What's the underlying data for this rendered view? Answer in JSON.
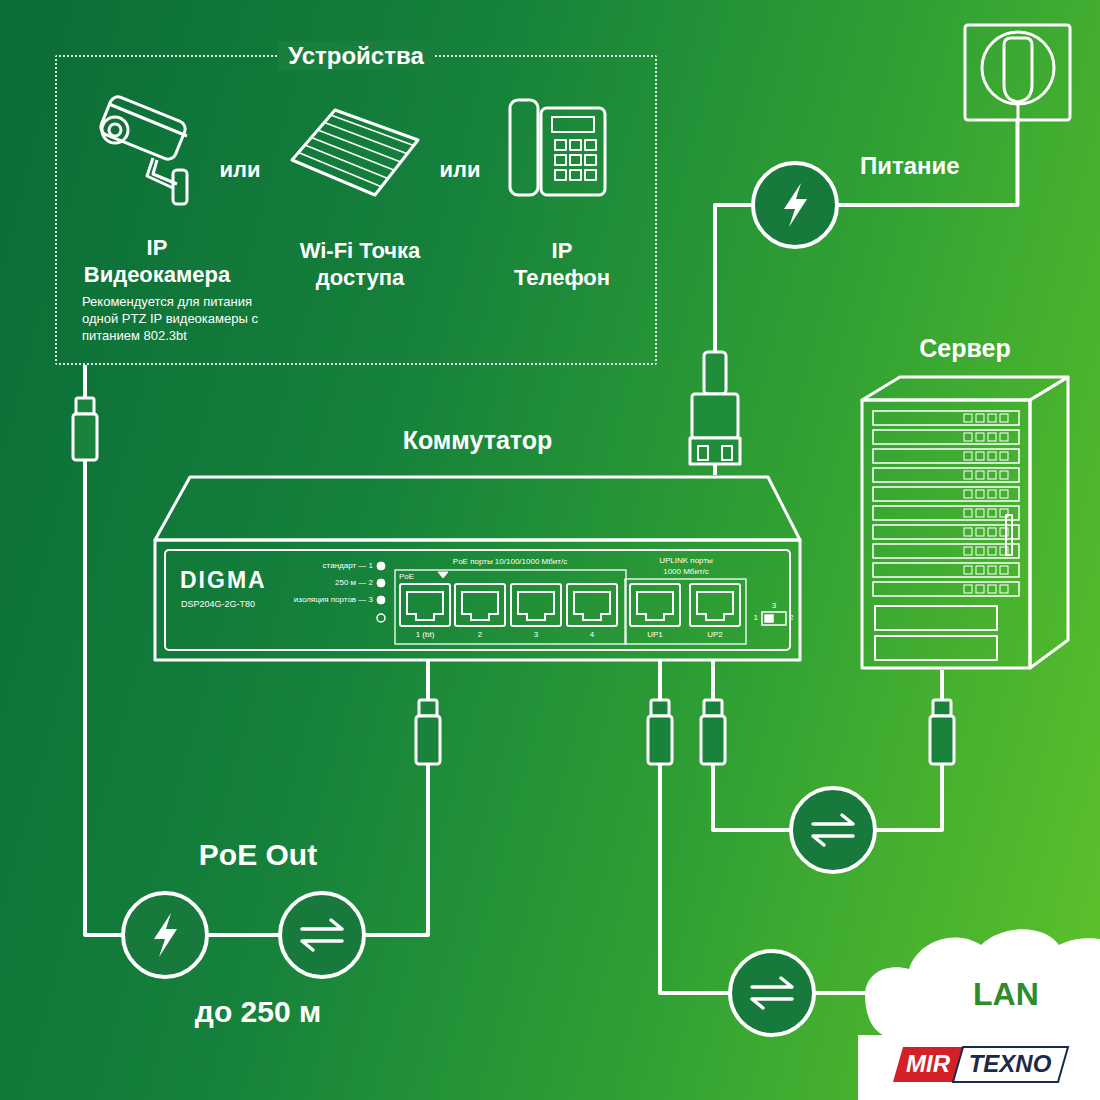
{
  "diagram": {
    "nodes": [
      {
        "text": [
          "Устройства"
        ]
      },
      {
        "text": [
          "IP Видеокамера",
          "Рекомендуется для питания одной PTZ IP видеокамеры с питанием 802.3bt"
        ],
        "in": 0
      },
      {
        "text": [
          "Wi-Fi Точка доступа"
        ],
        "in": 0
      },
      {
        "text": [
          "IP Телефон"
        ],
        "in": 0
      },
      {
        "text": [
          "Питание"
        ]
      },
      {
        "text": [
          "Коммутатор"
        ]
      },
      {
        "text": [
          "Сервер"
        ]
      },
      {
        "text": [
          "LAN"
        ]
      }
    ],
    "edges": [
      {
        "from": 5,
        "to": 0,
        "arrow": "none",
        "label": "PoE Out"
      },
      {
        "from": 4,
        "to": 5,
        "arrow": "none"
      },
      {
        "from": 5,
        "to": 6,
        "arrow": "none"
      },
      {
        "from": 5,
        "to": 7,
        "arrow": "none"
      }
    ],
    "labels": [
      "или",
      "или",
      "до 250 м",
      "DIGMA",
      "DSP204G-2G-T80",
      "стандарт — 1",
      "250 м — 2",
      "изоляция портов — 3",
      "PoE порты 10/100/1000 Мбит/с",
      "PoE",
      "UPLINK порты",
      "1000 Мбит/с",
      "1 (bt)",
      "2",
      "3",
      "4",
      "UP1",
      "UP2",
      "3",
      "1",
      "2",
      "MIR",
      "TEXNO"
    ]
  }
}
